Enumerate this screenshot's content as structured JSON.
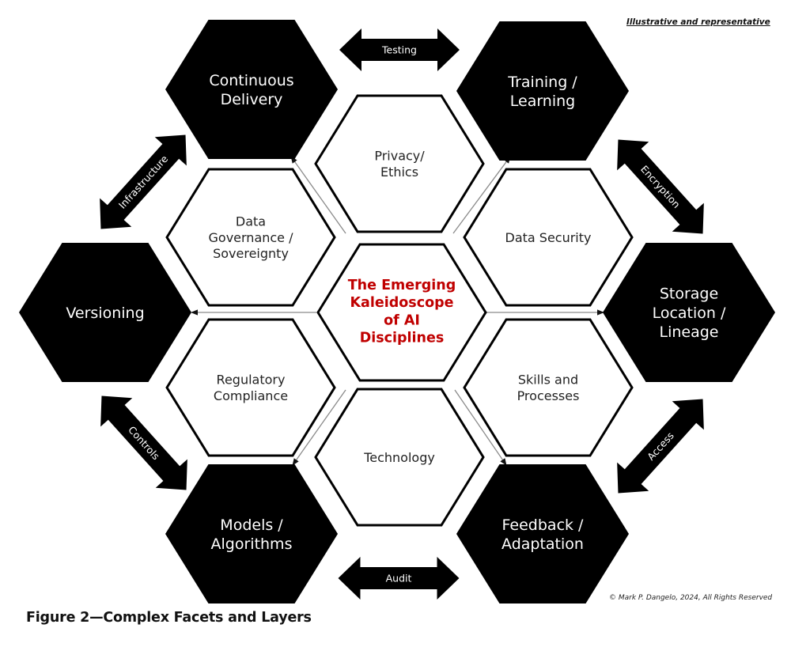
{
  "note": "Illustrative and representative",
  "copyright": "© Mark P. Dangelo, 2024, All Rights Reserved",
  "caption": "Figure 2—Complex Facets and Layers",
  "colors": {
    "outer_fill": "#000000",
    "outer_text": "#ffffff",
    "inner_fill": "#ffffff",
    "inner_stroke": "#000000",
    "inner_text": "#222222",
    "center_text": "#c00000",
    "connector": "#8a8a8a"
  },
  "center": {
    "id": "center",
    "lines": [
      "The Emerging",
      "Kaleidoscope",
      "of AI",
      "Disciplines"
    ]
  },
  "inner_hexes": [
    {
      "id": "privacy-ethics",
      "lines": [
        "Privacy/",
        "Ethics"
      ]
    },
    {
      "id": "data-security",
      "lines": [
        "Data Security"
      ]
    },
    {
      "id": "skills-processes",
      "lines": [
        "Skills and",
        "Processes"
      ]
    },
    {
      "id": "technology",
      "lines": [
        "Technology"
      ]
    },
    {
      "id": "regulatory-compliance",
      "lines": [
        "Regulatory",
        "Compliance"
      ]
    },
    {
      "id": "data-governance",
      "lines": [
        "Data",
        "Governance /",
        "Sovereignty"
      ]
    }
  ],
  "outer_hexes": [
    {
      "id": "continuous-delivery",
      "lines": [
        "Continuous",
        "Delivery"
      ]
    },
    {
      "id": "training-learning",
      "lines": [
        "Training /",
        "Learning"
      ]
    },
    {
      "id": "storage-location-lineage",
      "lines": [
        "Storage",
        "Location /",
        "Lineage"
      ]
    },
    {
      "id": "feedback-adaptation",
      "lines": [
        "Feedback /",
        "Adaptation"
      ]
    },
    {
      "id": "models-algorithms",
      "lines": [
        "Models /",
        "Algorithms"
      ]
    },
    {
      "id": "versioning",
      "lines": [
        "Versioning"
      ]
    }
  ],
  "connectors": [
    {
      "id": "testing",
      "label": "Testing",
      "from": "continuous-delivery",
      "to": "training-learning"
    },
    {
      "id": "encryption",
      "label": "Encryption",
      "from": "training-learning",
      "to": "storage-location-lineage"
    },
    {
      "id": "access",
      "label": "Access",
      "from": "storage-location-lineage",
      "to": "feedback-adaptation"
    },
    {
      "id": "audit",
      "label": "Audit",
      "from": "models-algorithms",
      "to": "feedback-adaptation"
    },
    {
      "id": "controls",
      "label": "Controls",
      "from": "versioning",
      "to": "models-algorithms"
    },
    {
      "id": "infrastructure",
      "label": "Infrastructure",
      "from": "versioning",
      "to": "continuous-delivery"
    }
  ]
}
